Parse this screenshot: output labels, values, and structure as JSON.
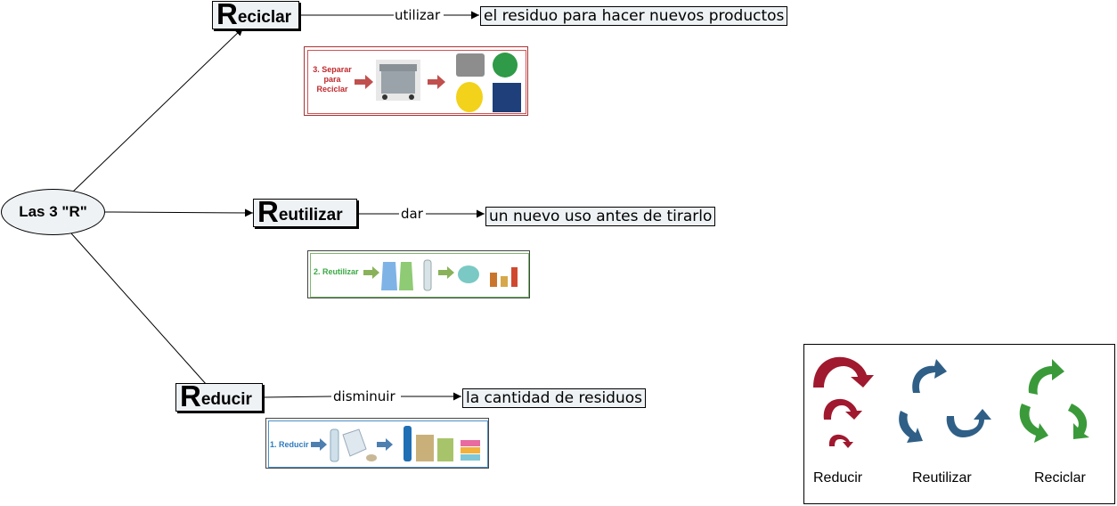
{
  "root": {
    "label": "Las 3 \"R\""
  },
  "branches": [
    {
      "id": "reciclar",
      "initial": "R",
      "rest": "eciclar",
      "link": "utilizar",
      "result": "el residuo para hacer nuevos productos",
      "step": "3. Separar para Reciclar",
      "step_lines": [
        "3. Separar",
        "para",
        "Reciclar"
      ],
      "step_color": "#c0282d"
    },
    {
      "id": "reutilizar",
      "initial": "R",
      "rest": "eutilizar",
      "link": "dar",
      "result": "un nuevo uso antes de tirarlo",
      "step": "2. Reutilizar",
      "step_color": "#3aa845"
    },
    {
      "id": "reducir",
      "initial": "R",
      "rest": "educir",
      "link": "disminuir",
      "result": "la cantidad de residuos",
      "step": "1. Reducir",
      "step_color": "#2f7bbf"
    }
  ],
  "legend": {
    "items": [
      {
        "label": "Reducir",
        "color": "#a0192e",
        "icon": "reduce-arrows-icon"
      },
      {
        "label": "Reutilizar",
        "color": "#2f5f86",
        "icon": "reuse-arrows-icon"
      },
      {
        "label": "Reciclar",
        "color": "#3a9a3a",
        "icon": "recycle-arrows-icon"
      }
    ]
  }
}
